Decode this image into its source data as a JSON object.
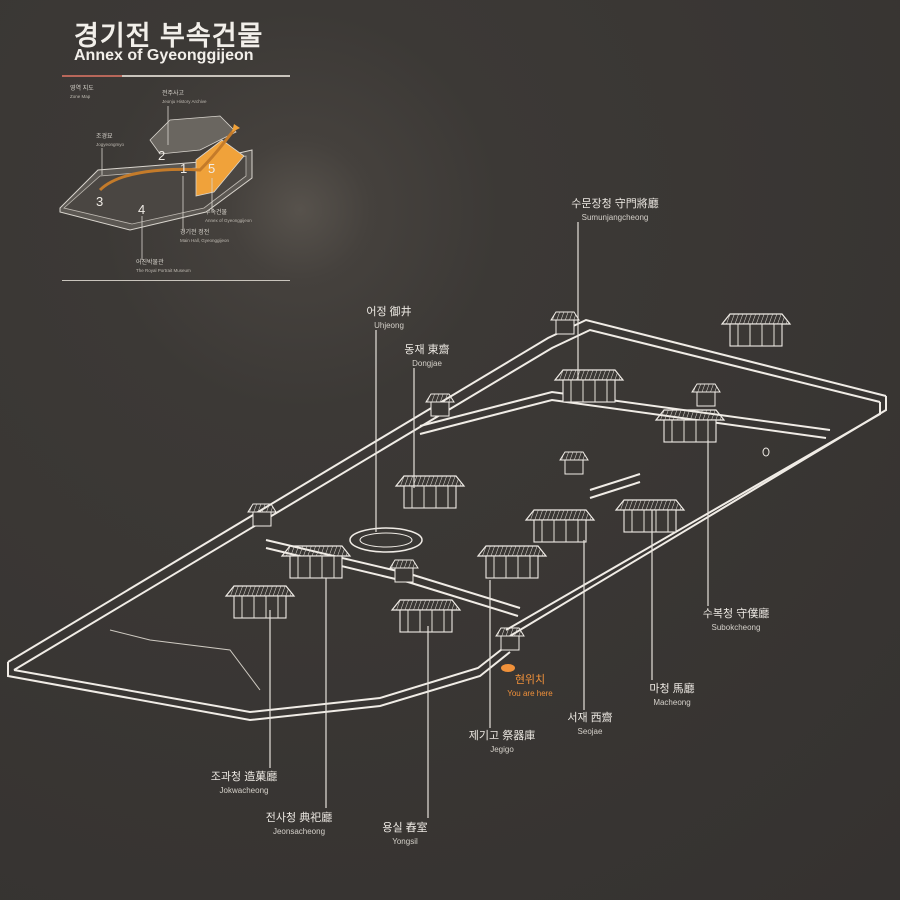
{
  "title": {
    "korean": "경기전 부속건물",
    "english": "Annex of Gyeonggijeon"
  },
  "zone_map": {
    "heading": {
      "ko": "영역 지도",
      "en": "Zone Map"
    },
    "areas": [
      {
        "number": "2",
        "ko": "전주사고",
        "en": "Jeonju History Archive"
      },
      {
        "number": "3",
        "ko": "조경묘",
        "en": "Jogyeongmyo"
      },
      {
        "number": "1",
        "ko": "경기전 정전",
        "en": "Main Hall, Gyeonggijeon"
      },
      {
        "number": "5",
        "ko": "부속건물",
        "en": "Annex of Gyeonggijeon"
      },
      {
        "number": "4",
        "ko": "어진박물관",
        "en": "The Royal Portrait Museum"
      }
    ],
    "highlight_color": "#f0a23a"
  },
  "buildings": [
    {
      "ko": "수문장청 守門將廳",
      "en": "Sumunjangcheong"
    },
    {
      "ko": "어정 御井",
      "en": "Uhjeong"
    },
    {
      "ko": "동재 東齋",
      "en": "Dongjae"
    },
    {
      "ko": "수복청 守僕廳",
      "en": "Subokcheong"
    },
    {
      "ko": "마청 馬廳",
      "en": "Macheong"
    },
    {
      "ko": "서재 西齋",
      "en": "Seojae"
    },
    {
      "ko": "제기고 祭器庫",
      "en": "Jegigo"
    },
    {
      "ko": "조과청 造菓廳",
      "en": "Jokwacheong"
    },
    {
      "ko": "전사청 典祀廳",
      "en": "Jeonsacheong"
    },
    {
      "ko": "용실 舂室",
      "en": "Yongsil"
    }
  ],
  "you_are_here": {
    "ko": "현위치",
    "en": "You are here",
    "color": "#f0913a"
  }
}
